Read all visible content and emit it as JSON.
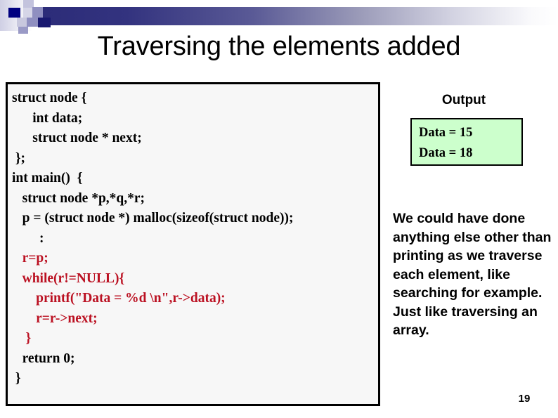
{
  "slide": {
    "title": "Traversing the elements added",
    "number": "19"
  },
  "decoration": {
    "banner_gradient_from": "#2b2b78",
    "banner_gradient_to": "#ffffff",
    "square_navy": "#000080",
    "square_violet": "#8f8fc0",
    "square_lilac": "#c8c8de"
  },
  "code_block": {
    "border_color": "#000000",
    "background": "#f7f7f7",
    "highlight_color": "#bb1122",
    "lines": [
      {
        "text": "struct node {",
        "color": "black"
      },
      {
        "text": "      int data;",
        "color": "black"
      },
      {
        "text": "      struct node * next;",
        "color": "black"
      },
      {
        "text": " };",
        "color": "black"
      },
      {
        "text": "int main()  {",
        "color": "black"
      },
      {
        "text": "   struct node *p,*q,*r;",
        "color": "black"
      },
      {
        "text": "   p = (struct node *) malloc(sizeof(struct node));",
        "color": "black"
      },
      {
        "text": "        :",
        "color": "black"
      },
      {
        "text": "   r=p;",
        "color": "red"
      },
      {
        "text": "   while(r!=NULL){",
        "color": "red"
      },
      {
        "text": "       printf(\"Data = %d \\n\",r->data);",
        "color": "red"
      },
      {
        "text": "       r=r->next;",
        "color": "red"
      },
      {
        "text": "    }",
        "color": "red"
      },
      {
        "text": "   return 0;",
        "color": "black"
      },
      {
        "text": " }",
        "color": "black"
      }
    ]
  },
  "output_panel": {
    "label": "Output",
    "box_background": "#ccffcc",
    "box_border": "#000000",
    "lines": [
      "Data = 15",
      "Data = 18"
    ]
  },
  "note": {
    "text": "We could have done anything else other than printing as we traverse each element, like searching for example. Just like traversing an array."
  }
}
